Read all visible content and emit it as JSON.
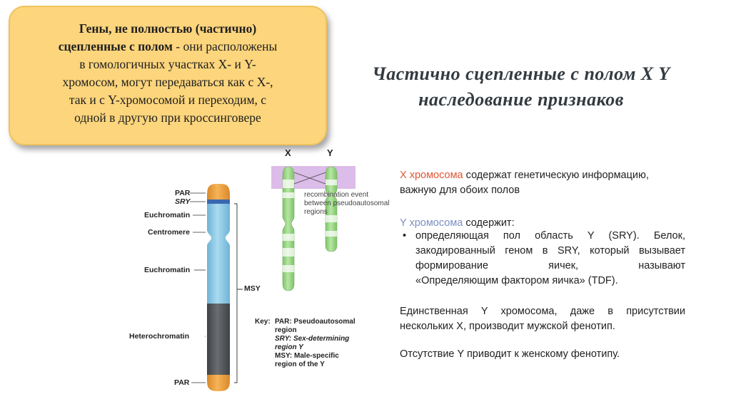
{
  "callout": {
    "bold_lead_1": "Гены, не полностью (частично)",
    "bold_lead_2": "сцепленные с полом",
    "line_2_rest": " - они расположены",
    "line_3": "в гомологичных участках X- и Y-",
    "line_4": "хромосом, могут передаваться как с X-,",
    "line_5": "так и с Y-хромосомой и переходим, с",
    "line_6": "одной в другую при кроссинговере"
  },
  "title": {
    "line_1": "Частично сцепленные с полом X Y",
    "line_2": "наследование признаков"
  },
  "figure": {
    "y_labels": {
      "par_top": "PAR",
      "sry": "SRY",
      "euchromatin_top": "Euchromatin",
      "centromere": "Centromere",
      "euchromatin_mid": "Euchromatin",
      "heterochromatin": "Heterochromatin",
      "par_bottom": "PAR",
      "msy": "MSY"
    },
    "xy_header": {
      "x": "X",
      "y": "Y"
    },
    "recombination_note": "recombination event between pseudoautosomal regions",
    "key": {
      "key_label": "Key:",
      "par": "PAR: Pseudoautosomal region",
      "sry": "SRY: Sex-determining region Y",
      "msy": "MSY: Male-specific region of the Y"
    },
    "colors": {
      "par": "#f0a43a",
      "sry": "#3b67b0",
      "euchromatin": "#8fc9e6",
      "heterochromatin": "#55585c",
      "x_green": "#8fd07a",
      "pairing_band": "#dcbce8"
    }
  },
  "right": {
    "x_title": "X хромосома",
    "x_rest_1": " содержат генетическую информацию,",
    "x_rest_2": "важную для обоих полов",
    "y_title": "Y хромосома",
    "y_rest": " содержит:",
    "bullet_1": "определяющая пол область Y (SRY). Белок,",
    "bullet_2": "закодированный геном в SRY, который вызывает",
    "bullet_3a": "формирование",
    "bullet_3b": "яичек,",
    "bullet_3c": "называют",
    "bullet_4": "«Определяющим фактором яичка» (TDF).",
    "para2_1": "Единственная Y хромосома, даже в присутствии",
    "para2_2": "нескольких X, производит мужской фенотип.",
    "para3": "Отсутствие Y приводит к женскому фенотипу."
  }
}
